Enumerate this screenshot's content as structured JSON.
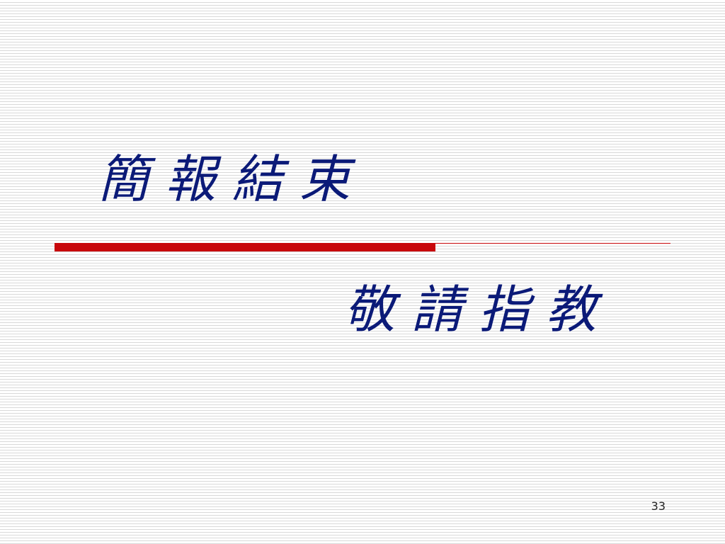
{
  "slide": {
    "title": "簡 報 結 束",
    "subtitle": "敬 請 指 教",
    "page_number": "33"
  },
  "colors": {
    "text": "#0b1a78",
    "accent_rule": "#c8080c",
    "background_lines": "#d9d9d9"
  }
}
